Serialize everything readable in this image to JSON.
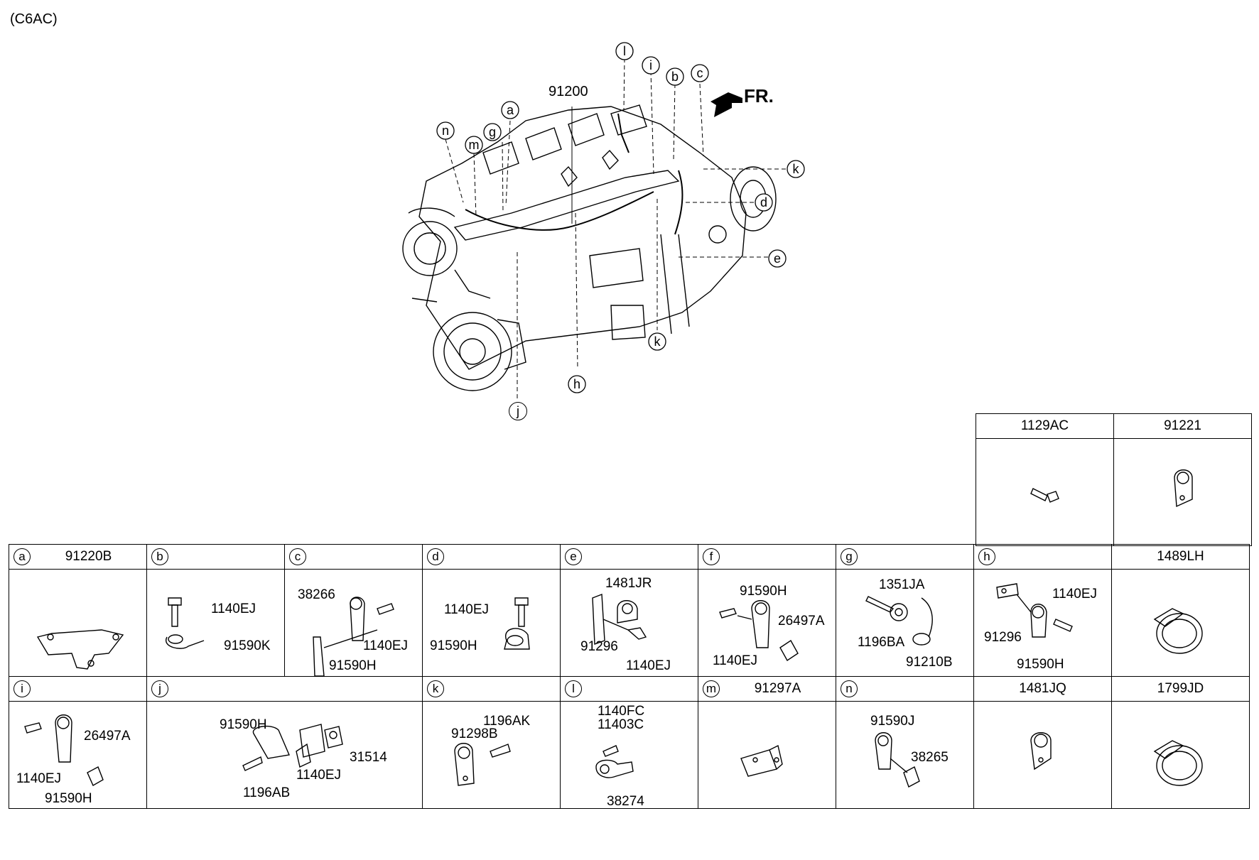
{
  "diagram": {
    "code": "(C6AC)",
    "direction": "FR.",
    "main_part": "91200",
    "callouts": [
      "a",
      "b",
      "c",
      "d",
      "e",
      "g",
      "h",
      "i",
      "j",
      "k",
      "k",
      "l",
      "m",
      "n"
    ],
    "panels": [
      {
        "id": "a",
        "letter": "a",
        "header": "91220B",
        "labels": []
      },
      {
        "id": "b",
        "letter": "b",
        "header": "",
        "labels": [
          "1140EJ",
          "91590K"
        ]
      },
      {
        "id": "c",
        "letter": "c",
        "header": "",
        "labels": [
          "38266",
          "1140EJ",
          "91590H"
        ]
      },
      {
        "id": "d",
        "letter": "d",
        "header": "",
        "labels": [
          "1140EJ",
          "91590H"
        ]
      },
      {
        "id": "e",
        "letter": "e",
        "header": "",
        "labels": [
          "1481JR",
          "91296",
          "1140EJ"
        ]
      },
      {
        "id": "f",
        "letter": "f",
        "header": "",
        "labels": [
          "91590H",
          "26497A",
          "1140EJ"
        ]
      },
      {
        "id": "g",
        "letter": "g",
        "header": "",
        "labels": [
          "1351JA",
          "1196BA",
          "91210B"
        ]
      },
      {
        "id": "h",
        "letter": "h",
        "header": "",
        "labels": [
          "1140EJ",
          "91296",
          "91590H"
        ]
      },
      {
        "id": "1489LH",
        "letter": "",
        "header": "1489LH",
        "labels": []
      },
      {
        "id": "i",
        "letter": "i",
        "header": "",
        "labels": [
          "26497A",
          "1140EJ",
          "91590H"
        ]
      },
      {
        "id": "j",
        "letter": "j",
        "header": "",
        "labels": [
          "91590H",
          "31514",
          "1140EJ",
          "1196AB"
        ]
      },
      {
        "id": "k",
        "letter": "k",
        "header": "",
        "labels": [
          "1196AK",
          "91298B"
        ]
      },
      {
        "id": "l",
        "letter": "l",
        "header": "",
        "labels": [
          "1140FC",
          "11403C",
          "38274"
        ]
      },
      {
        "id": "m",
        "letter": "m",
        "header": "91297A",
        "labels": []
      },
      {
        "id": "n",
        "letter": "n",
        "header": "",
        "labels": [
          "91590J",
          "38265"
        ]
      },
      {
        "id": "1481JQ",
        "letter": "",
        "header": "1481JQ",
        "labels": []
      },
      {
        "id": "1799JD",
        "letter": "",
        "header": "1799JD",
        "labels": []
      }
    ],
    "top_panels": [
      {
        "id": "1129AC",
        "header": "1129AC"
      },
      {
        "id": "91221",
        "header": "91221"
      }
    ]
  }
}
